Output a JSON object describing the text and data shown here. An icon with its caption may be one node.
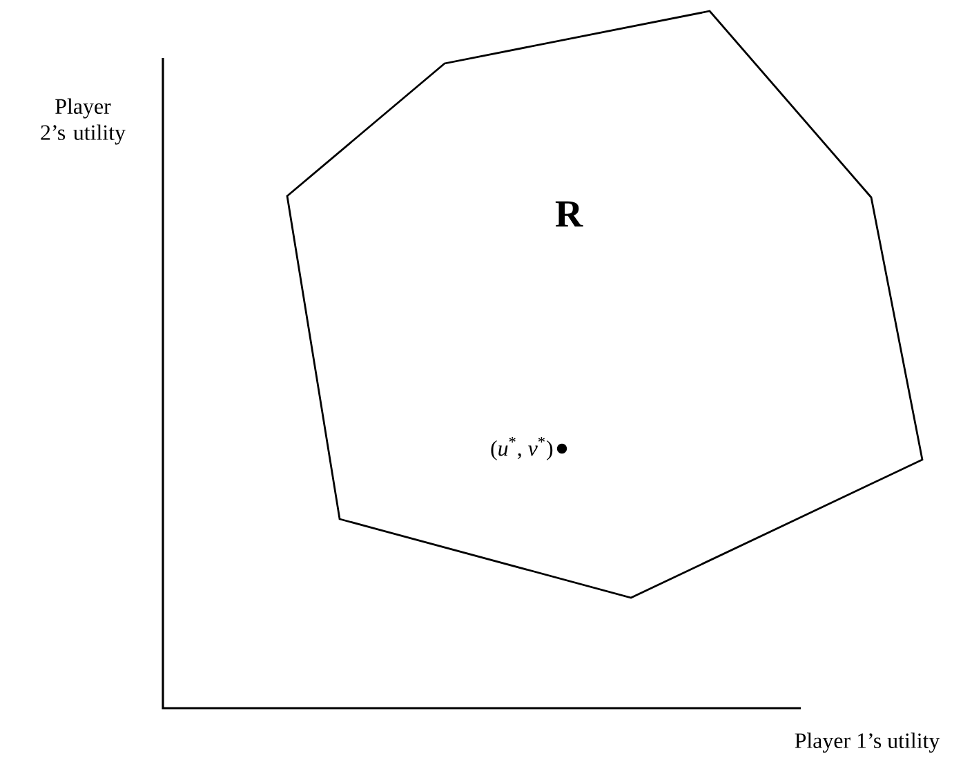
{
  "diagram": {
    "nodes": [
      {
        "text": [
          "R"
        ]
      }
    ],
    "labels": [
      "Player 2’s utility",
      "(*u*$^{*}$, *v*$^{*}$)",
      "Player 1’s utility"
    ]
  }
}
